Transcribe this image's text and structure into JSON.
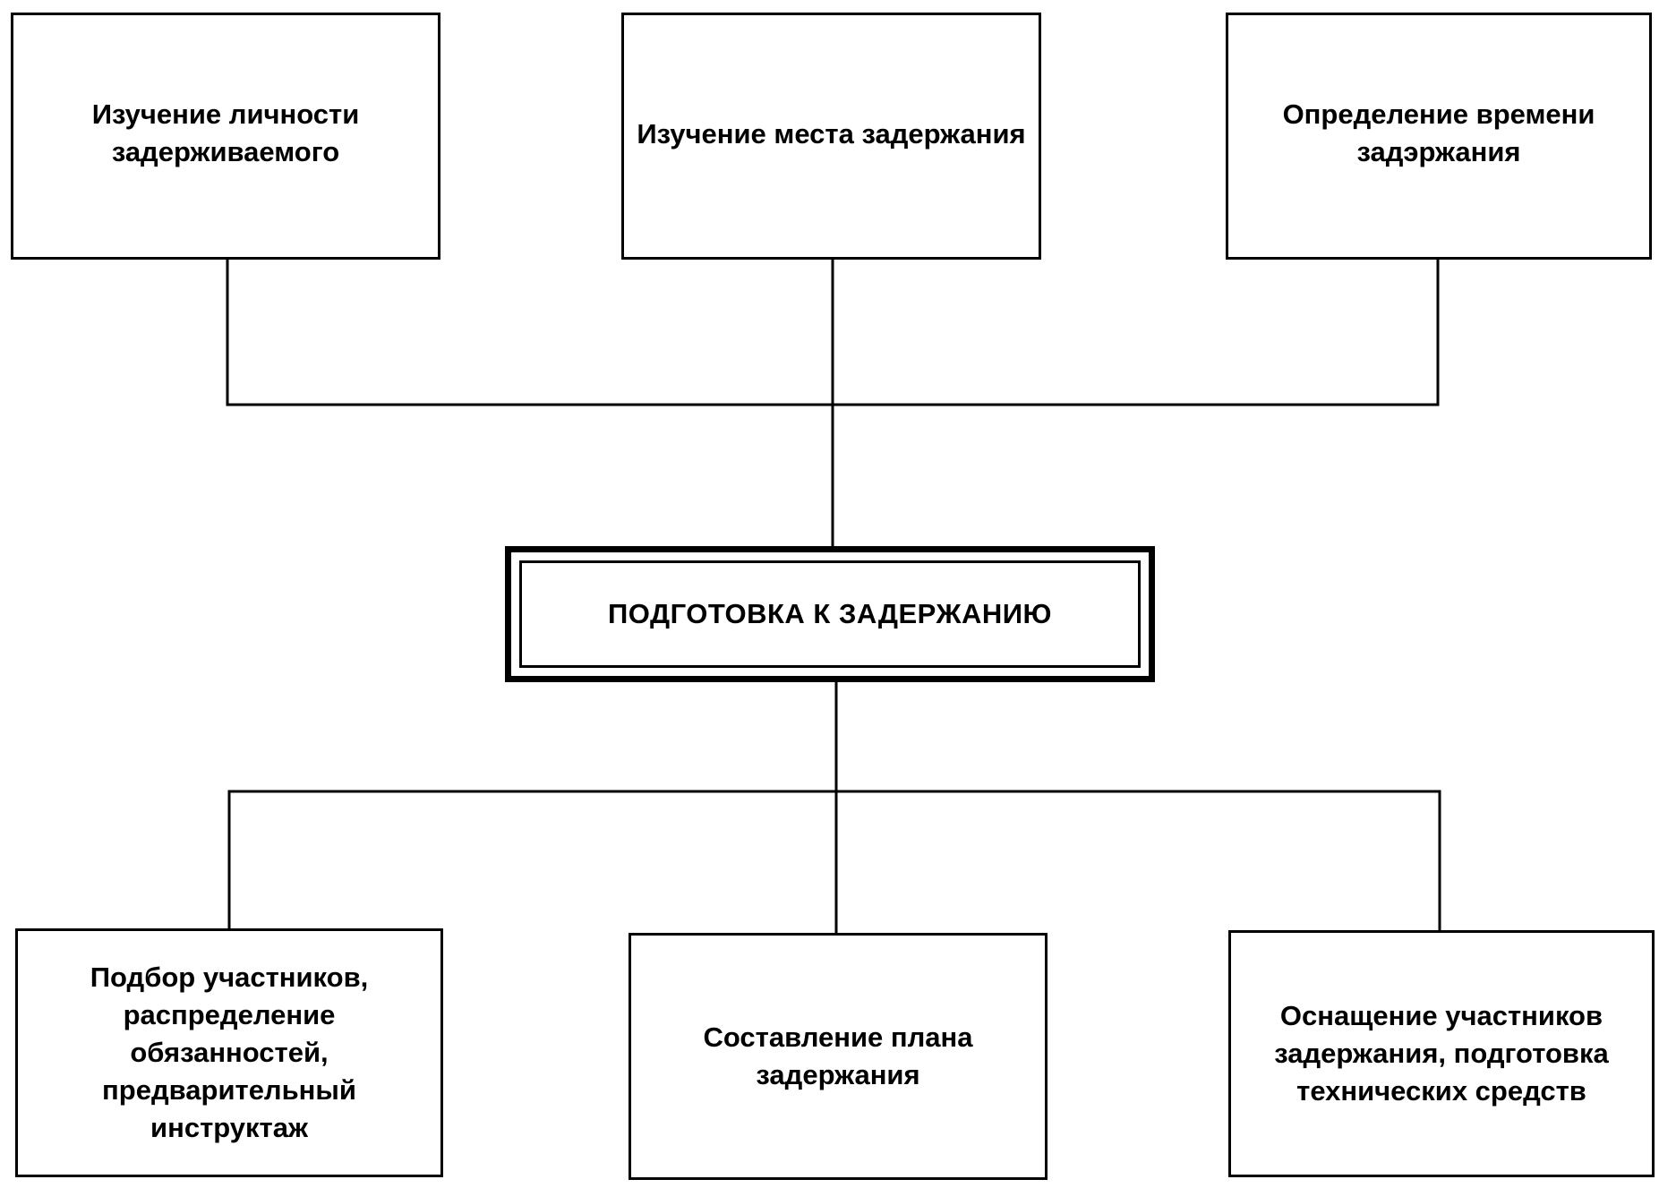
{
  "diagram": {
    "center": {
      "label": "ПОДГОТОВКА К ЗАДЕРЖАНИЮ"
    },
    "top_nodes": [
      {
        "line1": "Изучение личности",
        "line2": "задерживаемого"
      },
      {
        "line1": "Изучение места задержания"
      },
      {
        "line1": "Определение времени",
        "line2": "задэржания"
      }
    ],
    "bottom_nodes": [
      {
        "line1": "Подбор участников,",
        "line2": "распределение обязанностей,",
        "line3": "предварительный инструктаж"
      },
      {
        "line1": "Составление плана",
        "line2": "задержания"
      },
      {
        "line1": "Оснащение участников",
        "line2": "задержания, подготовка",
        "line3": "технических средств"
      }
    ]
  }
}
